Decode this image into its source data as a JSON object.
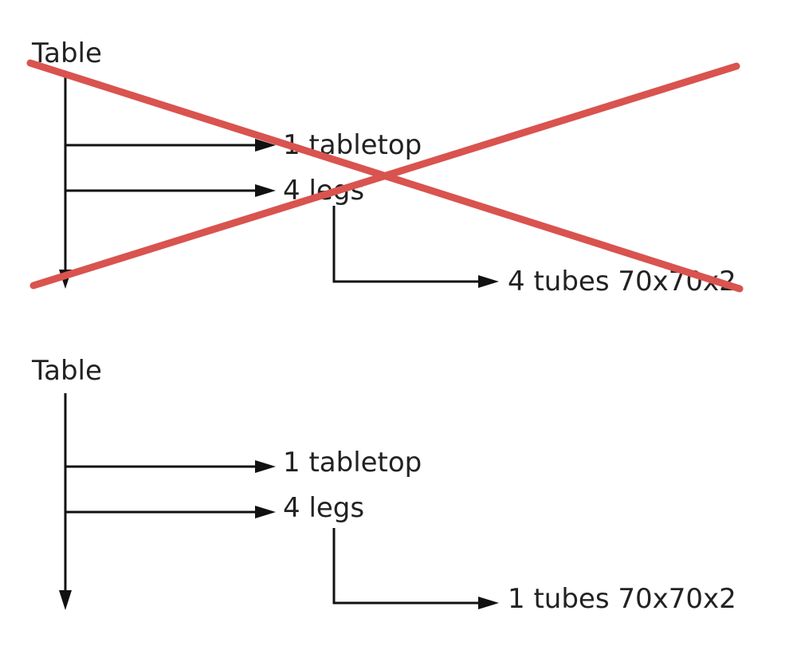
{
  "colors": {
    "line": "#111111",
    "text": "#222222",
    "cross": "#D9534F",
    "background": "#FFFFFF"
  },
  "top_diagram": {
    "root": "Table",
    "tabletop": "1 tabletop",
    "legs": "4 legs",
    "tubes": "4 tubes 70x70x2",
    "status": "crossed-out"
  },
  "bottom_diagram": {
    "root": "Table",
    "tabletop": "1 tabletop",
    "legs": "4 legs",
    "tubes": "1 tubes 70x70x2"
  }
}
